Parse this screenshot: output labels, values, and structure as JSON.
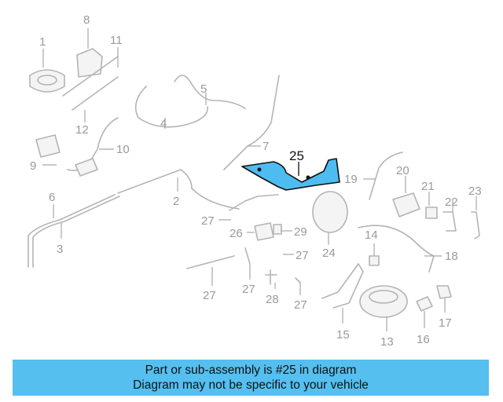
{
  "callouts": {
    "c1": "1",
    "c2": "2",
    "c3": "3",
    "c4": "4",
    "c5": "5",
    "c6": "6",
    "c7": "7",
    "c8": "8",
    "c9": "9",
    "c10": "10",
    "c11": "11",
    "c12": "12",
    "c13": "13",
    "c14": "14",
    "c15": "15",
    "c16": "16",
    "c17": "17",
    "c18": "18",
    "c19": "19",
    "c20": "20",
    "c21": "21",
    "c22": "22",
    "c23": "23",
    "c24": "24",
    "c25": "25",
    "c26": "26",
    "c27": "27",
    "c28": "28",
    "c29": "29"
  },
  "highlight_color": "#4dbcf0",
  "banner": {
    "line1": "Part or sub-assembly is #25 in diagram",
    "line2": "Diagram may not be specific to your vehicle",
    "color": "#55bff0"
  }
}
